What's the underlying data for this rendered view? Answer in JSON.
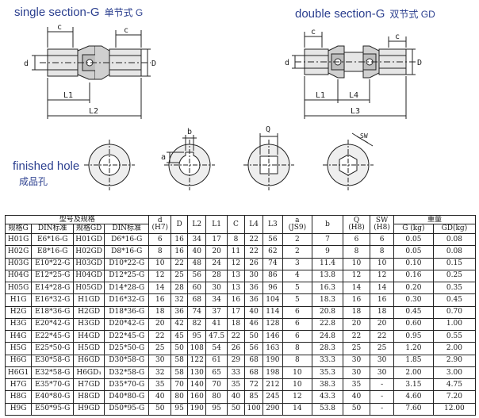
{
  "titles": {
    "single": "single section-G",
    "single_cn": "单节式 G",
    "double": "double section-G",
    "double_cn": "双节式 GD",
    "finished": "finished hole",
    "finished_cn": "成品孔"
  },
  "dimension_labels": {
    "c": "c",
    "d": "d",
    "D": "D",
    "L1": "L1",
    "L2": "L2",
    "L3": "L3",
    "L4": "L4",
    "b": "b",
    "a": "a",
    "Q": "Q",
    "SW": "SW"
  },
  "table": {
    "group_model": "型号及规格",
    "group_weight": "重量",
    "headers": {
      "code_g": "规格G",
      "din_g": "DIN标准",
      "code_gd": "规格GD",
      "din_gd": "DIN标准",
      "d": "d",
      "d_sub": "(H7)",
      "D": "D",
      "L2": "L2",
      "L1": "L1",
      "C": "C",
      "L4": "L4",
      "L3": "L3",
      "a": "a",
      "a_sub": "(JS9)",
      "b": "b",
      "Q": "Q",
      "Q_sub": "(H8)",
      "SW": "SW",
      "SW_sub": "(H8)",
      "wg": "G (kg)",
      "wgd": "GD(kg)"
    },
    "rows": [
      [
        "H01G",
        "E6*16-G",
        "H01GD",
        "D6*16-G",
        "6",
        "16",
        "34",
        "17",
        "8",
        "22",
        "56",
        "2",
        "7",
        "6",
        "6",
        "0.05",
        "0.08"
      ],
      [
        "H02G",
        "E8*16-G",
        "H02GD",
        "D8*16-G",
        "8",
        "16",
        "40",
        "20",
        "11",
        "22",
        "62",
        "2",
        "9",
        "8",
        "8",
        "0.05",
        "0.08"
      ],
      [
        "H03G",
        "E10*22-G",
        "H03GD",
        "D10*22-G",
        "10",
        "22",
        "48",
        "24",
        "12",
        "26",
        "74",
        "3",
        "11.4",
        "10",
        "10",
        "0.10",
        "0.15"
      ],
      [
        "H04G",
        "E12*25-G",
        "H04GD",
        "D12*25-G",
        "12",
        "25",
        "56",
        "28",
        "13",
        "30",
        "86",
        "4",
        "13.8",
        "12",
        "12",
        "0.16",
        "0.25"
      ],
      [
        "H05G",
        "E14*28-G",
        "H05GD",
        "D14*28-G",
        "14",
        "28",
        "60",
        "30",
        "13",
        "36",
        "96",
        "5",
        "16.3",
        "14",
        "14",
        "0.20",
        "0.35"
      ],
      [
        "H1G",
        "E16*32-G",
        "H1GD",
        "D16*32-G",
        "16",
        "32",
        "68",
        "34",
        "16",
        "36",
        "104",
        "5",
        "18.3",
        "16",
        "16",
        "0.30",
        "0.45"
      ],
      [
        "H2G",
        "E18*36-G",
        "H2GD",
        "D18*36-G",
        "18",
        "36",
        "74",
        "37",
        "17",
        "40",
        "114",
        "6",
        "20.8",
        "18",
        "18",
        "0.45",
        "0.70"
      ],
      [
        "H3G",
        "E20*42-G",
        "H3GD",
        "D20*42-G",
        "20",
        "42",
        "82",
        "41",
        "18",
        "46",
        "128",
        "6",
        "22.8",
        "20",
        "20",
        "0.60",
        "1.00"
      ],
      [
        "H4G",
        "E22*45-G",
        "H4GD",
        "D22*45-G",
        "22",
        "45",
        "95",
        "47.5",
        "22",
        "50",
        "146",
        "6",
        "24.8",
        "22",
        "22",
        "0.95",
        "0.55"
      ],
      [
        "H5G",
        "E25*50-G",
        "H5GD",
        "D25*50-G",
        "25",
        "50",
        "108",
        "54",
        "26",
        "56",
        "163",
        "8",
        "28.3",
        "25",
        "25",
        "1.20",
        "2.00"
      ],
      [
        "H6G",
        "E30*58-G",
        "H6GD",
        "D30*58-G",
        "30",
        "58",
        "122",
        "61",
        "29",
        "68",
        "190",
        "8",
        "33.3",
        "30",
        "30",
        "1.85",
        "2.90"
      ],
      [
        "H6G1",
        "E32*58-G",
        "H6GD₁",
        "D32*58-G",
        "32",
        "58",
        "130",
        "65",
        "33",
        "68",
        "198",
        "10",
        "35.3",
        "30",
        "30",
        "2.00",
        "3.00"
      ],
      [
        "H7G",
        "E35*70-G",
        "H7GD",
        "D35*70-G",
        "35",
        "70",
        "140",
        "70",
        "35",
        "72",
        "212",
        "10",
        "38.3",
        "35",
        "-",
        "3.15",
        "4.75"
      ],
      [
        "H8G",
        "E40*80-G",
        "H8GD",
        "D40*80-G",
        "40",
        "80",
        "160",
        "80",
        "40",
        "85",
        "245",
        "12",
        "43.3",
        "40",
        "-",
        "4.60",
        "7.20"
      ],
      [
        "H9G",
        "E50*95-G",
        "H9GD",
        "D50*95-G",
        "50",
        "95",
        "190",
        "95",
        "50",
        "100",
        "290",
        "14",
        "53.8",
        "50",
        "-",
        "7.60",
        "12.00"
      ]
    ]
  }
}
